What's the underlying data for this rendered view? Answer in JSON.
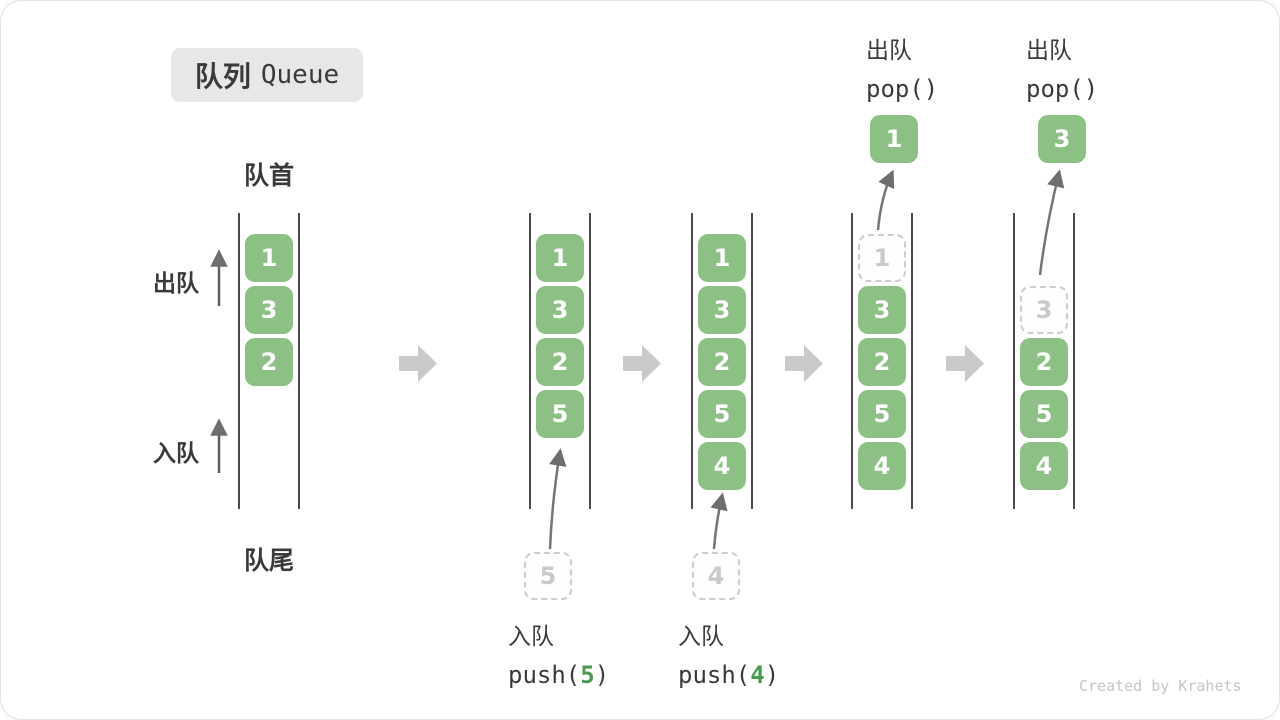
{
  "title": {
    "zh": "队列",
    "en": "Queue"
  },
  "labels": {
    "front": "队首",
    "rear": "队尾",
    "dequeue": "出队",
    "enqueue": "入队"
  },
  "queues": [
    {
      "boxes": [
        {
          "v": "1",
          "kind": "solid"
        },
        {
          "v": "3",
          "kind": "solid"
        },
        {
          "v": "2",
          "kind": "solid"
        }
      ]
    },
    {
      "boxes": [
        {
          "v": "1",
          "kind": "solid"
        },
        {
          "v": "3",
          "kind": "solid"
        },
        {
          "v": "2",
          "kind": "solid"
        },
        {
          "v": "5",
          "kind": "solid"
        }
      ]
    },
    {
      "boxes": [
        {
          "v": "1",
          "kind": "solid"
        },
        {
          "v": "3",
          "kind": "solid"
        },
        {
          "v": "2",
          "kind": "solid"
        },
        {
          "v": "5",
          "kind": "solid"
        },
        {
          "v": "4",
          "kind": "solid"
        }
      ]
    },
    {
      "boxes": [
        {
          "v": "1",
          "kind": "dashed"
        },
        {
          "v": "3",
          "kind": "solid"
        },
        {
          "v": "2",
          "kind": "solid"
        },
        {
          "v": "5",
          "kind": "solid"
        },
        {
          "v": "4",
          "kind": "solid"
        }
      ]
    },
    {
      "boxes": [
        {
          "v": "3",
          "kind": "dashed"
        },
        {
          "v": "2",
          "kind": "solid"
        },
        {
          "v": "5",
          "kind": "solid"
        },
        {
          "v": "4",
          "kind": "solid"
        }
      ]
    }
  ],
  "pending_values": [
    {
      "v": "5"
    },
    {
      "v": "4"
    }
  ],
  "popped_values": [
    {
      "v": "1"
    },
    {
      "v": "3"
    }
  ],
  "operations": {
    "push5": {
      "label": "入队",
      "fn_open": "push(",
      "arg": "5",
      "fn_close": ")"
    },
    "push4": {
      "label": "入队",
      "fn_open": "push(",
      "arg": "4",
      "fn_close": ")"
    },
    "pop1": {
      "label": "出队",
      "code": "pop()"
    },
    "pop2": {
      "label": "出队",
      "code": "pop()"
    }
  },
  "watermark": "Created by Krahets",
  "colors": {
    "box_green": "#8CC084",
    "code_arg_green": "#4C9A52",
    "block_arrow_gray": "#C9C9C9",
    "rail_line": "#4A4A4A",
    "dashed_border": "#CDCDCD",
    "text_dark": "#3A3A3A",
    "watermark_gray": "#C6C6C6"
  }
}
